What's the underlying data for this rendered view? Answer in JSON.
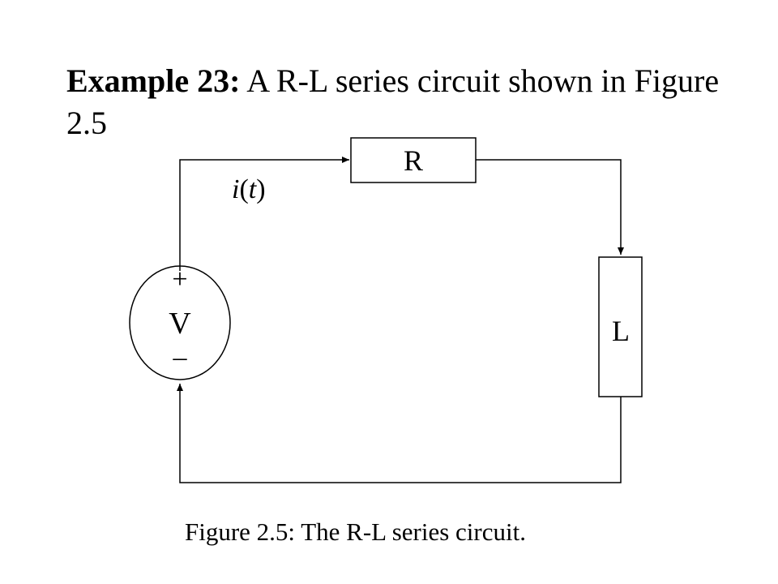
{
  "title": {
    "bold": "Example 23:",
    "rest": " A R-L series circuit shown in Figure 2.5"
  },
  "circuit": {
    "resistor_label": "R",
    "inductor_label": "L",
    "source_label": "V",
    "source_plus": "+",
    "source_minus": "–",
    "current_name": "i",
    "current_arg": "t",
    "current_open": "(",
    "current_close": ")"
  },
  "caption": "Figure 2.5: The R-L series circuit."
}
